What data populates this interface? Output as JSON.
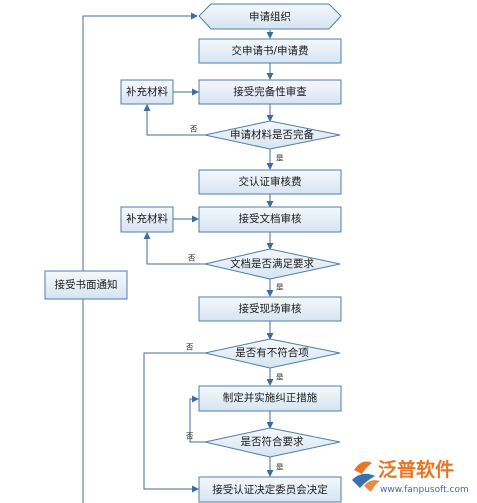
{
  "diagram": {
    "nodes": {
      "start": "申请组织",
      "submit_application": "交申请书/申请费",
      "completeness_review": "接受完备性审查",
      "supplement_1": "补充材料",
      "is_complete": "申请材料是否完备",
      "cert_fee": "交认证审核费",
      "doc_review": "接受文档审核",
      "supplement_2": "补充材料",
      "docs_meet_req": "文档是否满足要求",
      "onsite_review": "接受现场审核",
      "has_nonconformity": "是否有不符合项",
      "corrective_actions": "制定并实施纠正措施",
      "meets_req": "是否符合要求",
      "committee_decision": "接受认证决定委员会决定",
      "written_notice": "接受书面通知"
    },
    "edge_labels": {
      "no": "否",
      "yes": "是"
    }
  },
  "watermark": {
    "name": "泛普软件",
    "url": "www.fanpusoft.com"
  }
}
